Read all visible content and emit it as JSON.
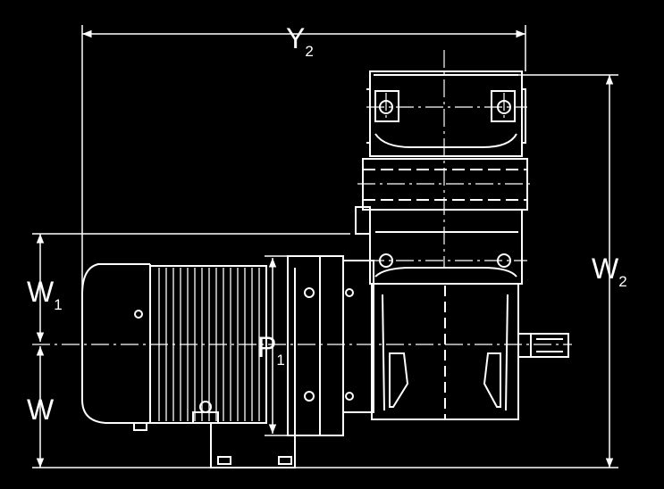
{
  "dimensions": {
    "y2": {
      "base": "Y",
      "sub": "2"
    },
    "w2": {
      "base": "W",
      "sub": "2"
    },
    "w1": {
      "base": "W",
      "sub": "1"
    },
    "w": {
      "base": "W",
      "sub": ""
    },
    "p1": {
      "base": "P",
      "sub": "1"
    }
  },
  "colors": {
    "background": "#000000",
    "line": "#ffffff"
  }
}
